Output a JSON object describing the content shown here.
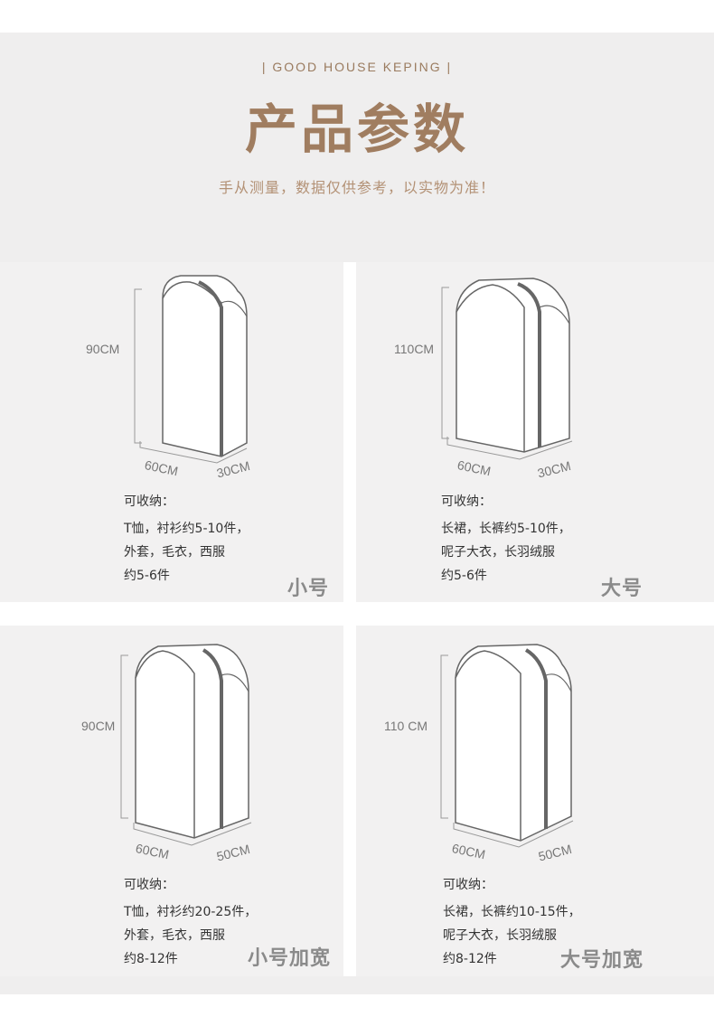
{
  "header": {
    "tagline": "| GOOD HOUSE KEPING |",
    "title": "产品参数",
    "subtitle": "手从测量，数据仅供参考，以实物为准！"
  },
  "colors": {
    "accent": "#a07d60",
    "background": "#efeeee"
  },
  "products": [
    {
      "height": "90CM",
      "width": "60CM",
      "depth": "30CM",
      "capacity_title": "可收纳：",
      "lines": [
        "T恤，衬衫约5-10件，",
        "外套，毛衣，西服",
        "约5-6件"
      ],
      "size_label": "小号"
    },
    {
      "height": "110CM",
      "width": "60CM",
      "depth": "30CM",
      "capacity_title": "可收纳：",
      "lines": [
        "长裙，长裤约5-10件，",
        "呢子大衣，长羽绒服",
        "约5-6件"
      ],
      "size_label": "大号"
    },
    {
      "height": "90CM",
      "width": "60CM",
      "depth": "50CM",
      "capacity_title": "可收纳：",
      "lines": [
        "T恤，衬衫约20-25件，",
        "外套，毛衣，西服",
        "约8-12件"
      ],
      "size_label": "小号加宽"
    },
    {
      "height": "110 CM",
      "width": "60CM",
      "depth": "50CM",
      "capacity_title": "可收纳：",
      "lines": [
        "长裙，长裤约10-15件，",
        "呢子大衣，长羽绒服",
        "约8-12件"
      ],
      "size_label": "大号加宽"
    }
  ]
}
